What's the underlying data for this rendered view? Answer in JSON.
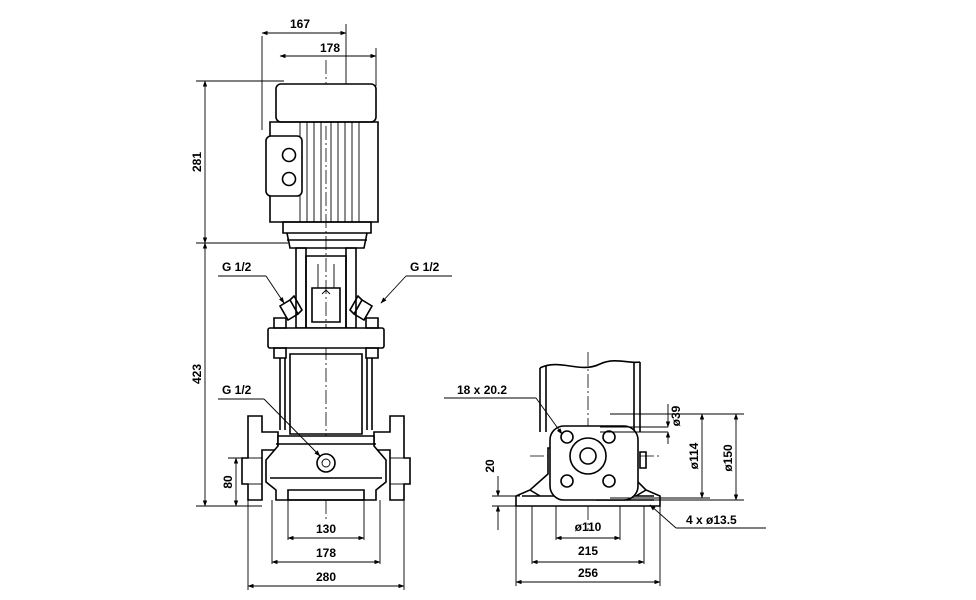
{
  "front_view": {
    "dim_motor_width": "167",
    "dim_motor_width_outer": "178",
    "dim_motor_height": "281",
    "dim_pump_height": "423",
    "dim_inlet_height": "80",
    "dim_base_inner": "130",
    "dim_base_mid": "178",
    "dim_base_outer": "280",
    "port_top_left": "G 1/2",
    "port_top_right": "G 1/2",
    "port_bottom": "G 1/2"
  },
  "flange_view": {
    "dim_flange_size": "18 x 20.2",
    "dim_bore": "ø39",
    "dim_bolt_circle": "ø114",
    "dim_flange_outer": "ø150",
    "dim_foot_height": "20",
    "dim_bolt_holes": "4 x ø13.5",
    "dim_base_dia": "ø110",
    "dim_base_mid": "215",
    "dim_base_outer": "256"
  }
}
